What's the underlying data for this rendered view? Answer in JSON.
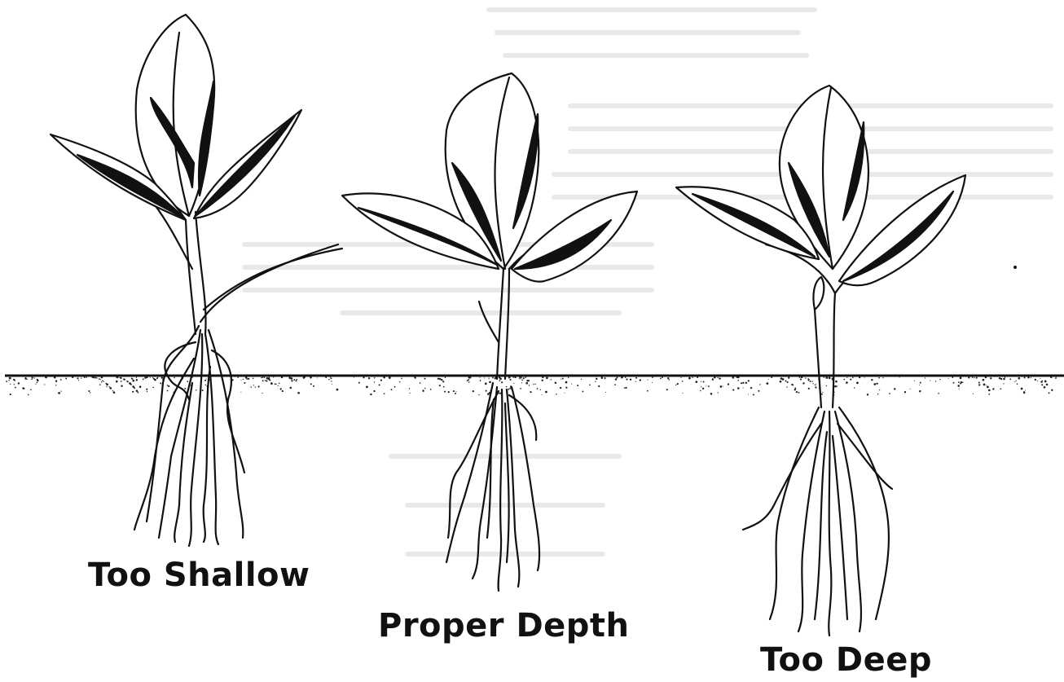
{
  "labels": {
    "too_shallow": "Too Shallow",
    "proper_depth": "Proper Depth",
    "too_deep": "Too Deep"
  },
  "colors": {
    "ink": "#111111",
    "background": "#ffffff",
    "show_through_text": "#e9e9e9"
  },
  "depth_levels": [
    "too-shallow",
    "proper-depth",
    "too-deep"
  ]
}
